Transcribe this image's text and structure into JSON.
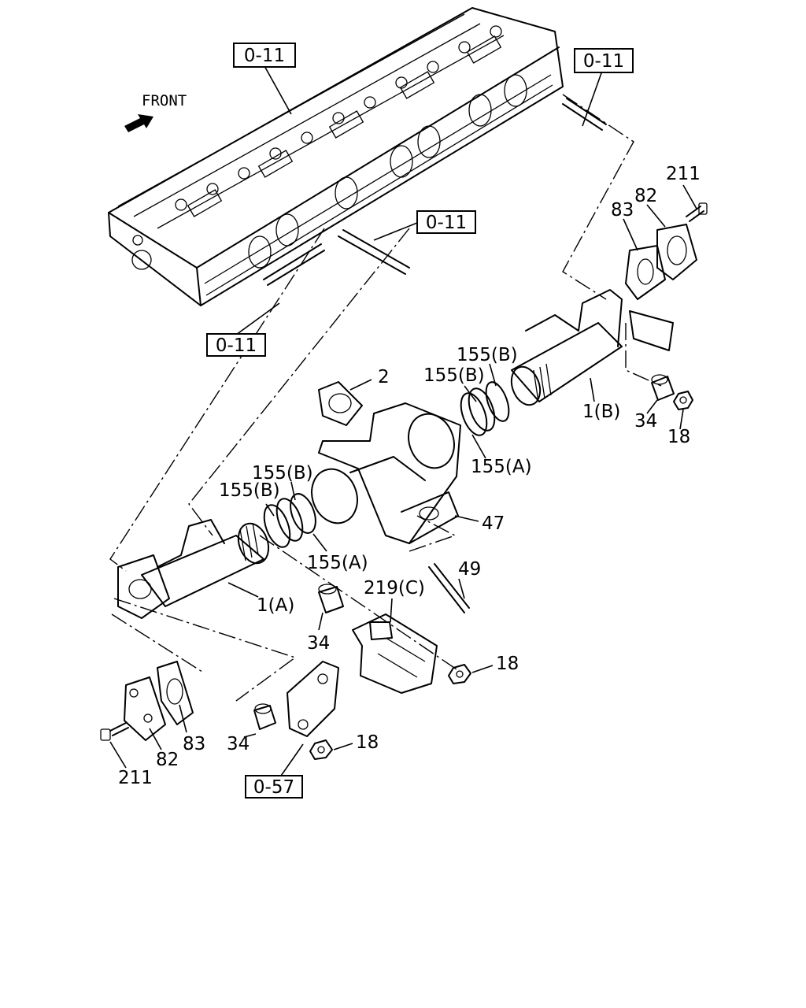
{
  "front_label": "FRONT",
  "refs": {
    "r1": "0-11",
    "r2": "0-11",
    "r3": "0-11",
    "r4": "0-11",
    "r5": "0-57"
  },
  "parts": {
    "p211_top": "211",
    "p82_top": "82",
    "p83_top": "83",
    "p155b_top1": "155(B)",
    "p155b_top2": "155(B)",
    "p2": "2",
    "p1b": "1(B)",
    "p34_top": "34",
    "p18_top": "18",
    "p155a_top": "155(A)",
    "p47": "47",
    "p155b_mid1": "155(B)",
    "p155b_mid2": "155(B)",
    "p155a_mid": "155(A)",
    "p49": "49",
    "p1a": "1(A)",
    "p219c": "219(C)",
    "p34_mid": "34",
    "p18_mid": "18",
    "p83_bot": "83",
    "p82_bot": "82",
    "p211_bot": "211",
    "p34_bot": "34",
    "p18_bot": "18"
  }
}
